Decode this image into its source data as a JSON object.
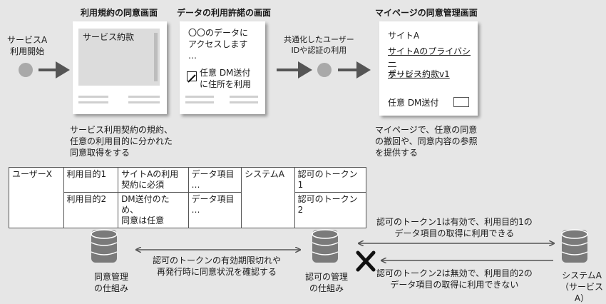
{
  "left": {
    "user_start": "サービスA\n利用開始"
  },
  "terms_screen": {
    "title": "利用規約の同意画面",
    "box_label": "サービス約款",
    "caption": "サービス利用契約の規約、\n任意の利用目的に分かれた\n同意取得をする"
  },
  "data_screen": {
    "title": "データの利用許諾の画面",
    "text": "〇〇のデータに\nアクセスします\n…",
    "check_label": "任意 DM送付\nに住所を利用"
  },
  "shared_id": "共通化したユーザー\nIDや認証の利用",
  "mypage": {
    "title": "マイページの同意管理画面",
    "site": "サイトA",
    "link1": "サイトAのプライバシー\nポリシー",
    "link2": "サービス約款v1",
    "dm_label": "任意 DM送付",
    "caption": "マイページで、任意の同意\nの撤回や、同意内容の参照\nを提供する"
  },
  "table": {
    "user": "ユーザーX",
    "rows": [
      {
        "purpose": "利用目的1",
        "desc": "サイトAの利用\n契約に必須",
        "data": "データ項目\n…",
        "system": "システムA",
        "token": "認可のトークン1"
      },
      {
        "purpose": "利用目的2",
        "desc": "DM送付のため、\n同意は任意",
        "data": "データ項目\n…",
        "system": "",
        "token": "認可のトークン2"
      }
    ]
  },
  "bottom": {
    "consent_mgmt": "同意管理\nの仕組み",
    "arrow_note": "認可のトークンの有効期限切れや\n再発行時に同意状況を確認する",
    "auth_mgmt": "認可の管理\nの仕組み",
    "token1_note": "認可のトークン1は有効で、利用目的1の\nデータ項目の取得に利用できる",
    "token2_note": "認可のトークン2は無効で、利用目的2の\nデータ項目の取得に利用できない",
    "system_a": "システムA\n（サービスA）"
  },
  "colors": {
    "arrow": "#555555",
    "db": "#7a7a7a",
    "cross": "#111111"
  }
}
